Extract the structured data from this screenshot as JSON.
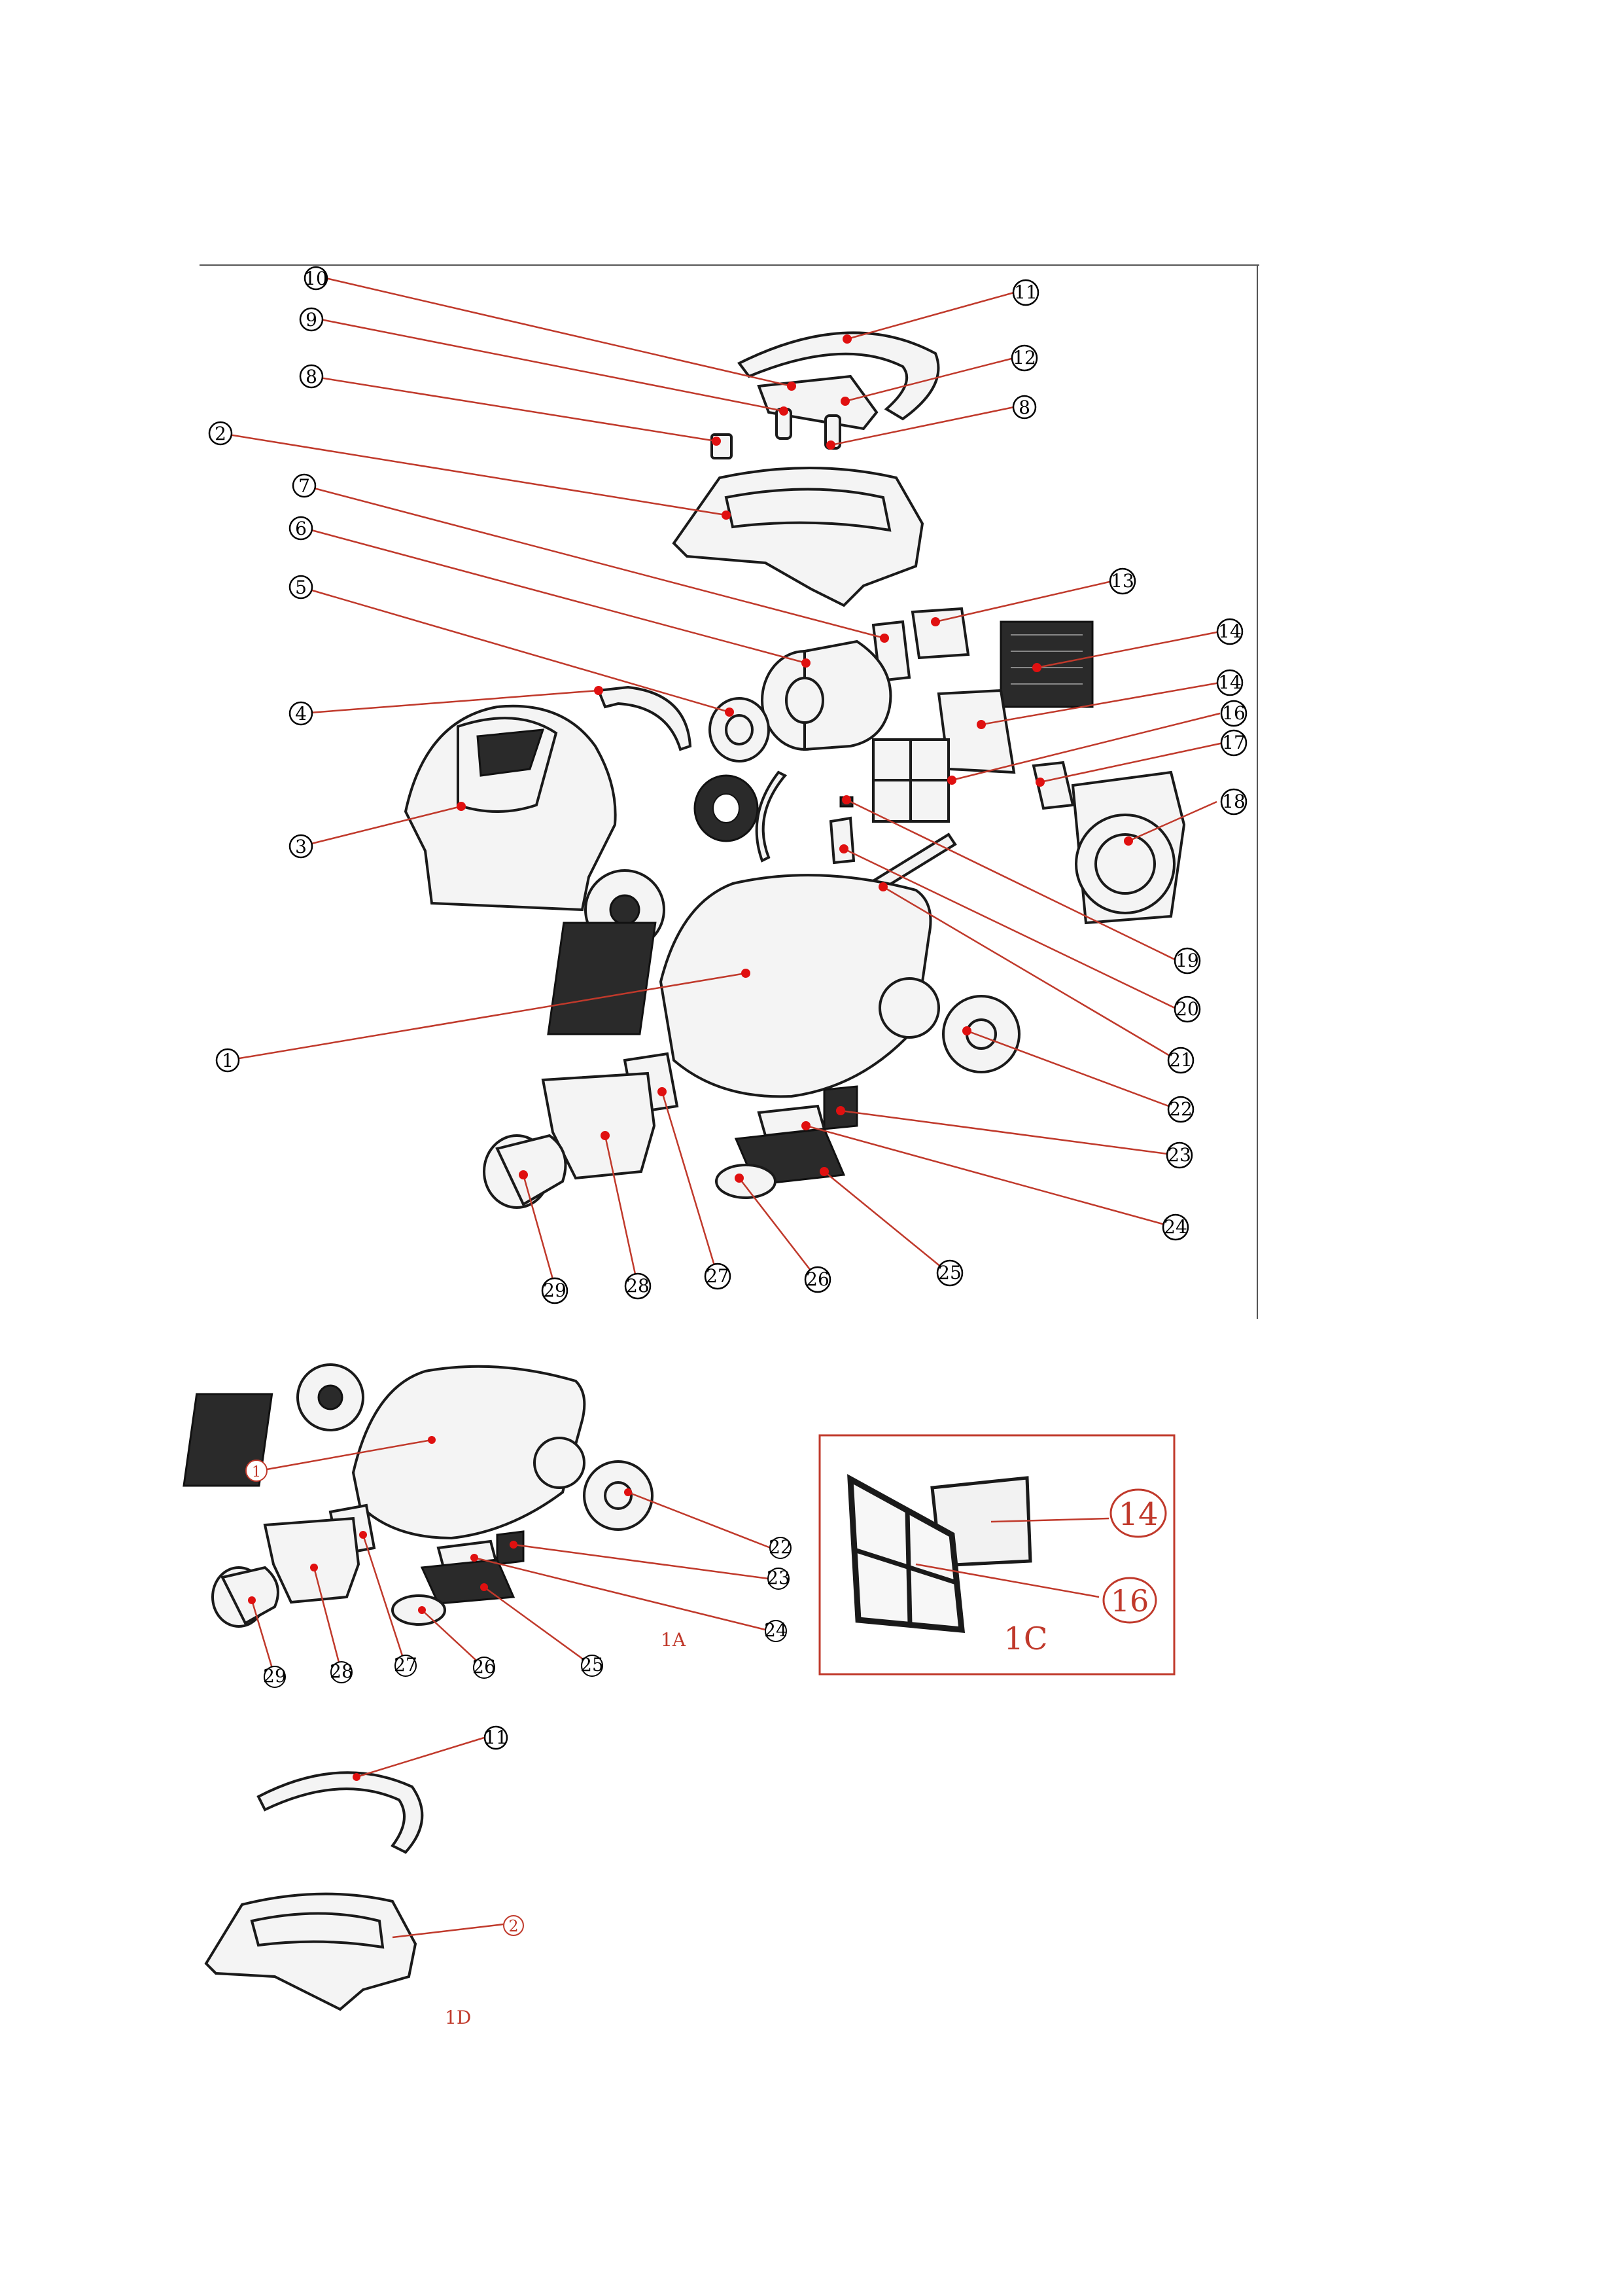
{
  "main_labels": [
    "1",
    "2",
    "3",
    "4",
    "5",
    "6",
    "7",
    "8",
    "8",
    "9",
    "10",
    "11",
    "12",
    "13",
    "14",
    "14",
    "16",
    "17",
    "18",
    "19",
    "20",
    "21",
    "22",
    "23",
    "24",
    "25",
    "26",
    "27",
    "28",
    "29"
  ],
  "detail_1a": {
    "caption": "1A",
    "labels": [
      "1",
      "22",
      "23",
      "24",
      "25",
      "26",
      "27",
      "28",
      "29"
    ]
  },
  "detail_1c": {
    "caption": "1C",
    "labels": [
      "14",
      "16"
    ],
    "border_color": "#c0392b"
  },
  "detail_1d": {
    "caption": "1D",
    "labels": [
      "11",
      "2"
    ]
  },
  "colors": {
    "leader": "#c0392b",
    "marker": "#e01010",
    "line": "#1a1a1a"
  }
}
